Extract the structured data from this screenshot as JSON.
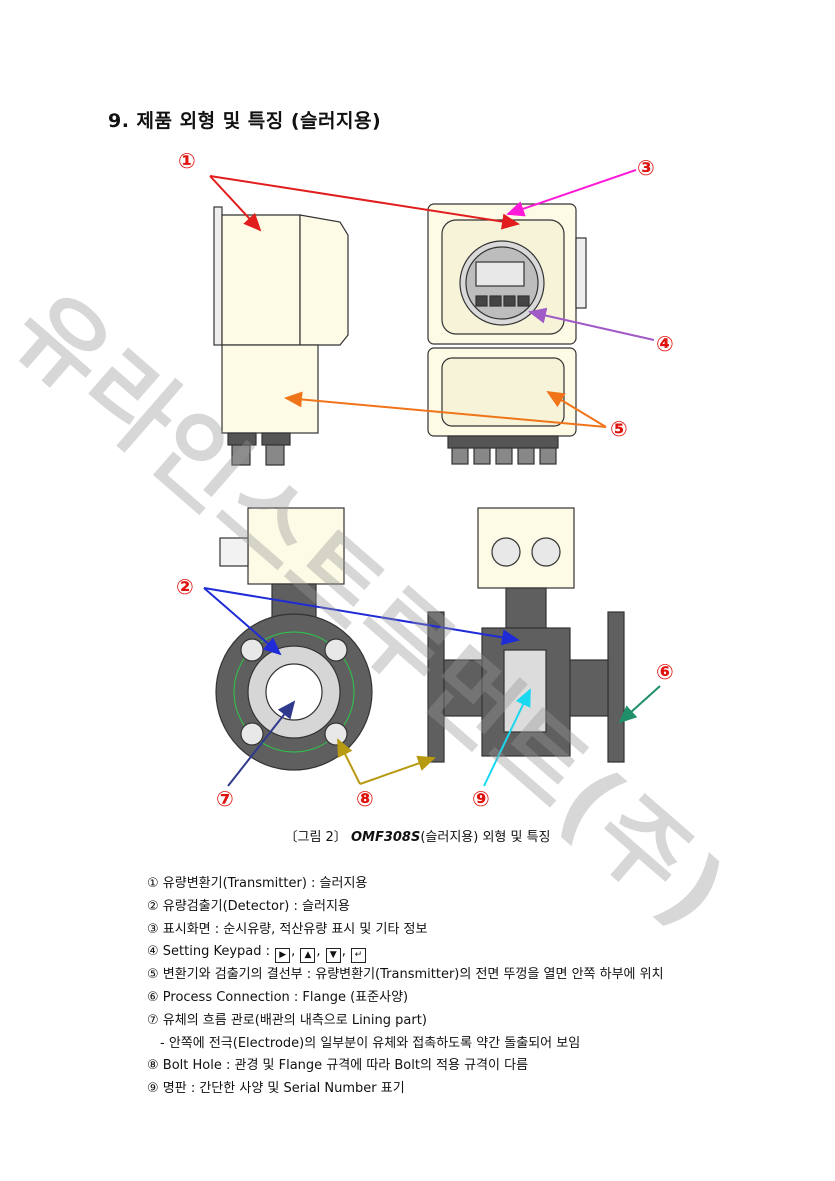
{
  "page": {
    "title": "9. 제품 외형 및 특징 (슬러지용)",
    "watermark": "유라인스트루먼트(주)"
  },
  "callouts": [
    "①",
    "②",
    "③",
    "④",
    "⑤",
    "⑥",
    "⑦",
    "⑧",
    "⑨"
  ],
  "caption": {
    "prefix": "〔그림 2〕 ",
    "model": "OMF308S",
    "suffix": "(슬러지용) 외형 및 특징"
  },
  "keypad_icons": [
    "right-arrow-icon",
    "up-arrow-icon",
    "down-arrow-icon",
    "enter-icon"
  ],
  "keypad_glyphs": [
    "▶",
    "▲",
    "▼",
    "↵"
  ],
  "features": [
    {
      "text": "① 유량변환기(Transmitter) : 슬러지용"
    },
    {
      "text": "② 유량검출기(Detector) : 슬러지용"
    },
    {
      "text": "③ 표시화면 : 순시유량, 적산유량 표시 및 기타 정보"
    },
    {
      "text": "④ Setting Keypad : "
    },
    {
      "text": "⑤ 변환기와 검출기의 결선부 : 유량변환기(Transmitter)의 전면 뚜껑을 열면 안쪽 하부에 위치"
    },
    {
      "text": "⑥ Process Connection : Flange (표준사양)"
    },
    {
      "text": "⑦ 유체의 흐름 관로(배관의 내측으로 Lining part)"
    },
    {
      "text": "- 안쪽에 전극(Electrode)의 일부분이 유체와 접촉하도록 약간 돌출되어 보임"
    },
    {
      "text": "⑧ Bolt Hole : 관경 및 Flange 규격에 따라 Bolt의 적용 규격이 다름"
    },
    {
      "text": "⑨ 명판 : 간단한 사양 및 Serial Number 표기"
    }
  ],
  "colors": {
    "arrow1": "#e11d1d",
    "arrow2": "#1f2bd6",
    "arrow3": "#ff19d9",
    "arrow4": "#a15bc7",
    "arrow5": "#f0741a",
    "arrow6": "#1f8f6a",
    "arrow7": "#2f3a8c",
    "arrow8": "#b89a12",
    "arrow9": "#19d8f0",
    "housing": "#fdfbe6",
    "pipe": "#5f5f5f",
    "callout": "#e0140f",
    "guide": "#2cc94a"
  }
}
